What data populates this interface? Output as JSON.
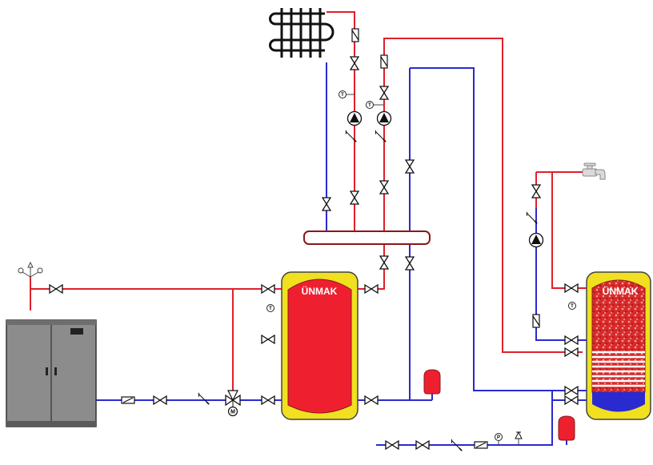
{
  "tanks": {
    "buffer": {
      "brand": "ÜNMAK"
    },
    "dhw": {
      "brand": "ÜNMAK"
    }
  },
  "symbols": {
    "thermometer": "T",
    "pressure_gauge": "P",
    "motor": "M"
  },
  "colors": {
    "supply": "#e0202a",
    "return": "#2a2ad0",
    "tank_shell": "#f0e020",
    "tank_hot": "#ee2030",
    "tank_cold": "#2a2ad0",
    "boiler": "#8c8c8c"
  },
  "icons": [
    "radiator-icon",
    "tap-icon",
    "pump-icon",
    "valve-icon",
    "check-valve-icon",
    "strainer-icon",
    "thermometer-icon",
    "pressure-gauge-icon",
    "expansion-vessel-icon",
    "motorized-valve-icon",
    "safety-valve-icon"
  ]
}
